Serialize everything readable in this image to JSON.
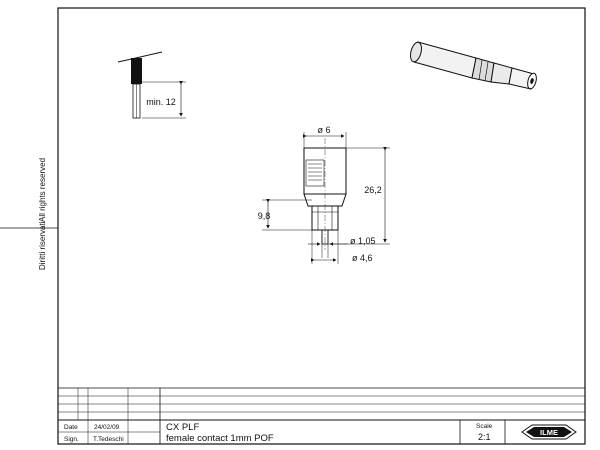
{
  "side_notes": {
    "rights_it": "Diritti riservati",
    "rights_en": "All rights reserved"
  },
  "callouts": {
    "cable_min": "min. 12",
    "dia_top": "ø 6",
    "length_total": "26,2",
    "length_pin": "9,8",
    "dia_pin": "ø 1,05",
    "dia_bottom": "ø 4,6"
  },
  "title_block": {
    "date_label": "Date",
    "date_value": "24/02/09",
    "sign_label": "Sign.",
    "sign_value": "T.Tedeschi",
    "part_code": "CX PLF",
    "description": "female contact 1mm POF",
    "scale_label": "Scale",
    "scale_value": "2:1",
    "logo_text": "ILME"
  }
}
